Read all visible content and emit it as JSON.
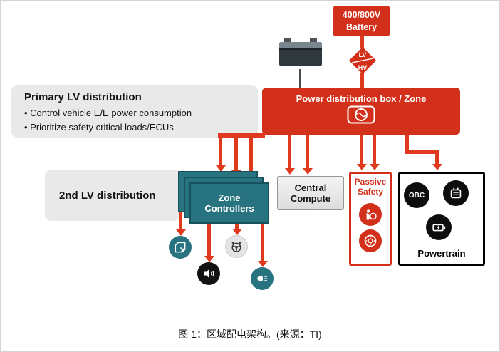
{
  "colors": {
    "red": "#d2301a",
    "arrow_red": "#e03a1e",
    "teal": "#27737f",
    "panel_gray": "#e9e9e9",
    "black": "#000000"
  },
  "hv_battery": {
    "label": "400/800V Battery"
  },
  "dcdc": {
    "top": "LV",
    "bottom": "HV"
  },
  "power_box": {
    "label": "Power distribution box / Zone"
  },
  "primary_lv": {
    "title": "Primary LV distribution",
    "bullets": [
      "Control vehicle E/E power consumption",
      "Prioritize safety critical loads/ECUs"
    ]
  },
  "second_lv": {
    "title": "2nd LV distribution"
  },
  "zone_controllers": {
    "label": "Zone Controllers"
  },
  "central_compute": {
    "label": "Central Compute"
  },
  "passive_safety": {
    "label": "Passive Safety"
  },
  "powertrain": {
    "label": "Powertrain",
    "obc_label": "OBC"
  },
  "icons": {
    "car_battery": "car-battery-icon",
    "fuse": "fuse-icon",
    "airbag": "airbag-icon",
    "brake": "brake-disc-icon",
    "charger": "charger-module-icon",
    "ev_battery": "battery-charge-icon",
    "window": "window-lift-icon",
    "speaker": "speaker-icon",
    "steering": "steering-wheel-icon",
    "headlight": "headlight-icon"
  },
  "caption": "图 1：区域配电架构。(来源：TI)"
}
